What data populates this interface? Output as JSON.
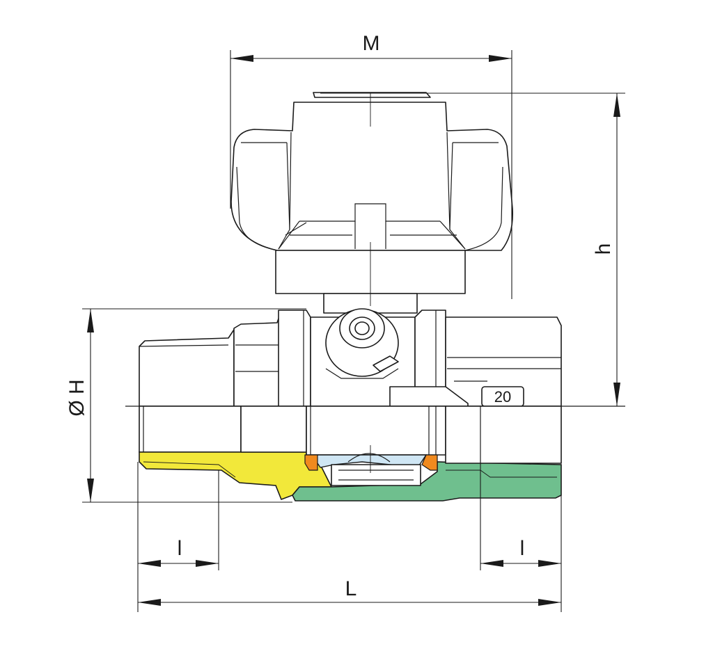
{
  "dimension_labels": {
    "width_handle": "M",
    "height": "h",
    "diameter": "Ø H",
    "thread_left": "l",
    "thread_right": "l",
    "length": "L"
  },
  "body_marking": "20",
  "section_colors": {
    "male_end": "#f2e83a",
    "female_end": "#6fbf8e",
    "seal": "#f08a1f",
    "ball": "#cfe6f4"
  }
}
